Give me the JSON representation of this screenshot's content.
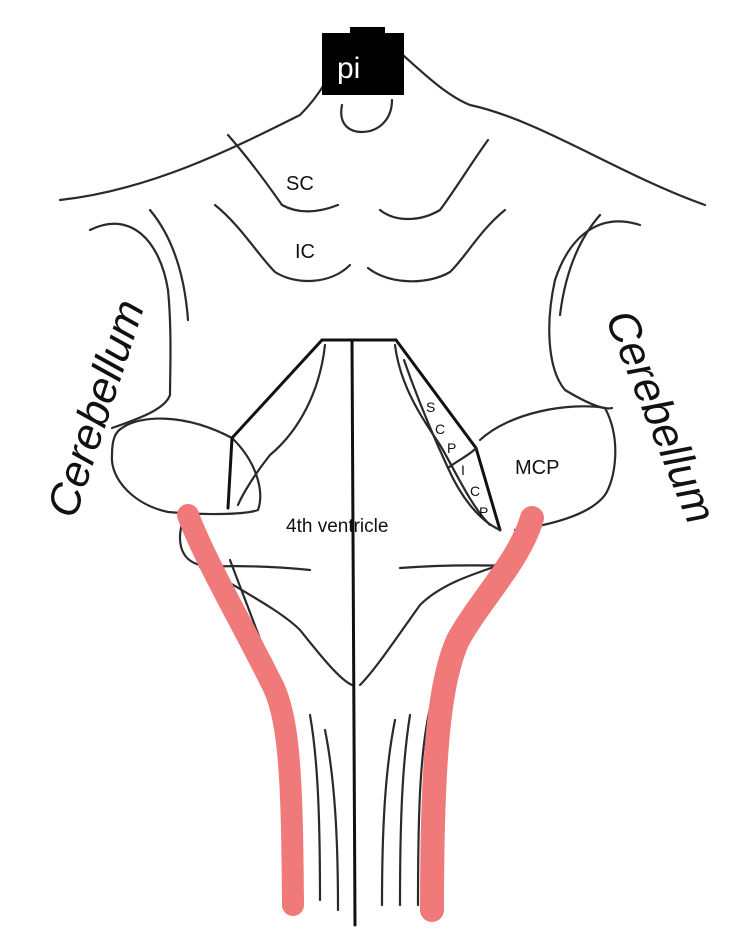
{
  "labels": {
    "pi": "pi",
    "sc": "SC",
    "ic": "IC",
    "cerebellum_left": "Cerebellum",
    "cerebellum_right": "Cerebellum",
    "scp_s": "S",
    "scp_c": "C",
    "scp_p": "P",
    "icp_i": "I",
    "icp_c": "C",
    "icp_p": "P",
    "mcp": "MCP",
    "fourth_ventricle": "4th ventricle"
  },
  "colors": {
    "outline": "#2a2a2a",
    "highlight": "#f07a7a",
    "label_box": "#000000",
    "label_box_text": "#ffffff"
  }
}
